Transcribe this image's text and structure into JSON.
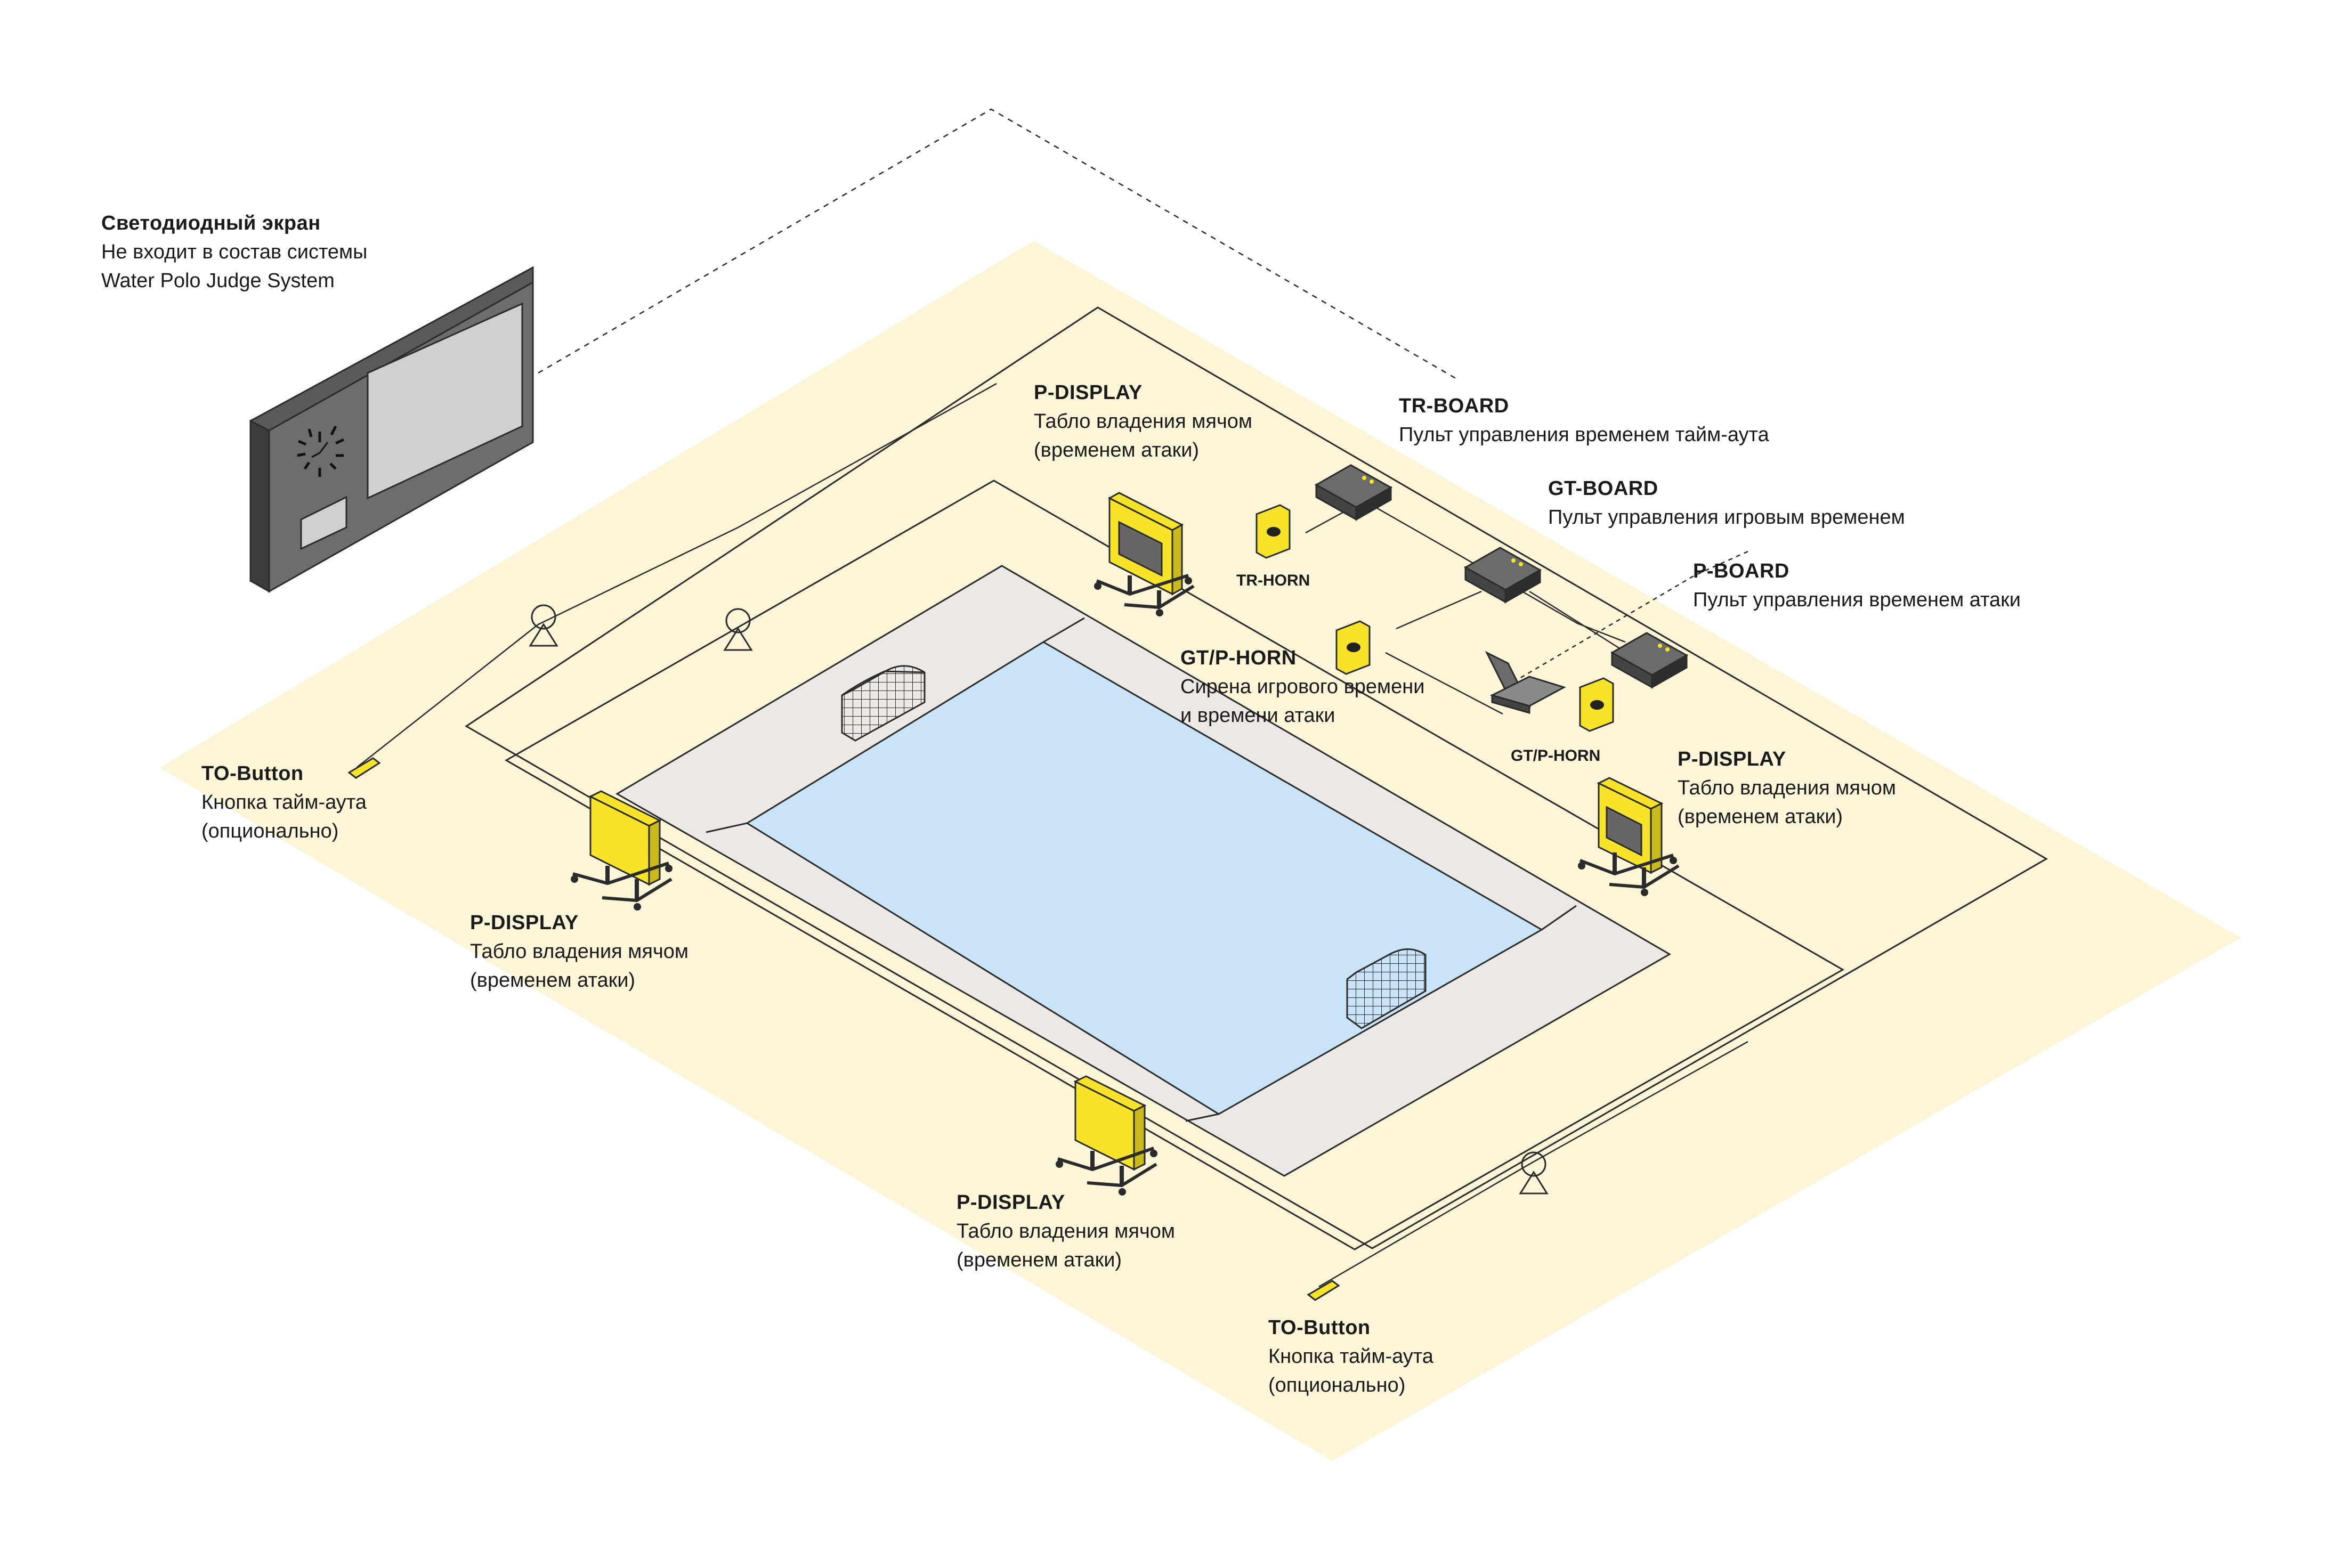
{
  "labels": {
    "led_screen": {
      "title": "Светодиодный экран",
      "line1": "Не входит в состав системы",
      "line2": "Water Polo Judge System"
    },
    "p_display_top": {
      "title": "P-DISPLAY",
      "line1": "Табло владения мячом",
      "line2": "(временем атаки)"
    },
    "tr_board": {
      "title": "TR-BOARD",
      "line1": "Пульт управления временем тайм-аута"
    },
    "gt_board": {
      "title": "GT-BOARD",
      "line1": "Пульт управления игровым временем"
    },
    "p_board": {
      "title": "P-BOARD",
      "line1": "Пульт управления временем атаки"
    },
    "tr_horn": "TR-HORN",
    "gtp_horn_main": {
      "title": "GT/P-HORN",
      "line1": "Сирена игрового времени",
      "line2": "и времени атаки"
    },
    "gtp_horn_small": "GT/P-HORN",
    "p_display_right": {
      "title": "P-DISPLAY",
      "line1": "Табло владения мячом",
      "line2": "(временем атаки)"
    },
    "to_button_left": {
      "title": "TO-Button",
      "line1": "Кнопка тайм-аута",
      "line2": "(опционально)"
    },
    "p_display_left": {
      "title": "P-DISPLAY",
      "line1": "Табло владения мячом",
      "line2": "(временем атаки)"
    },
    "p_display_bottom": {
      "title": "P-DISPLAY",
      "line1": "Табло владения мячом",
      "line2": "(временем атаки)"
    },
    "to_button_bottom": {
      "title": "TO-Button",
      "line1": "Кнопка тайм-аута",
      "line2": "(опционально)"
    }
  },
  "colors": {
    "floor": "#fdf5d8",
    "deck": "#ebe8e6",
    "water": "#c9e4f8",
    "device_yellow": "#f6e32a",
    "device_dark": "#666666",
    "screen_face": "#cfd1d0",
    "line": "#2b2b2b"
  }
}
